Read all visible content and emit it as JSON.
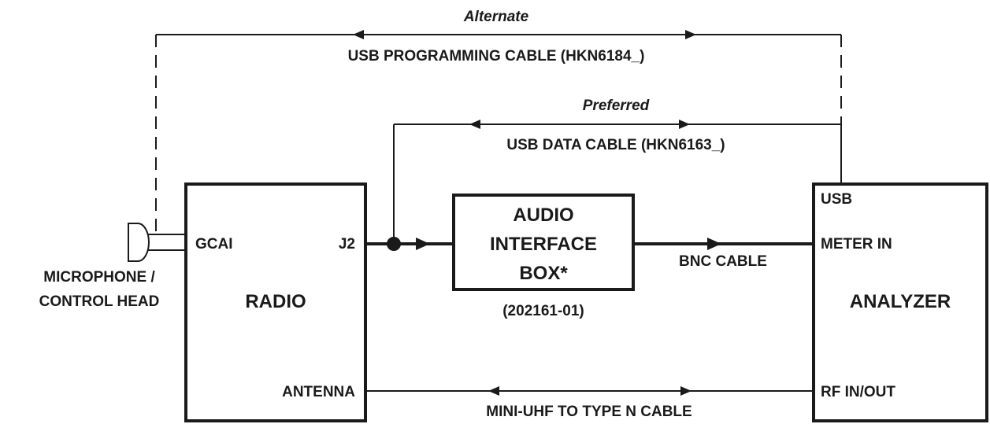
{
  "labels": {
    "alternate": "Alternate",
    "usb_programming_cable": "USB PROGRAMMING CABLE (HKN6184_)",
    "preferred": "Preferred",
    "usb_data_cable": "USB DATA CABLE (HKN6163_)",
    "microphone_line1": "MICROPHONE /",
    "microphone_line2": "CONTROL HEAD",
    "bnc_cable": "BNC CABLE",
    "mini_uhf_cable": "MINI-UHF TO TYPE N CABLE"
  },
  "radio": {
    "title": "RADIO",
    "port_gcai": "GCAI",
    "port_j2": "J2",
    "port_antenna": "ANTENNA"
  },
  "audio_box": {
    "line1": "AUDIO",
    "line2": "INTERFACE",
    "line3": "BOX*",
    "part_number": "(202161-01)"
  },
  "analyzer": {
    "title": "ANALYZER",
    "port_usb": "USB",
    "port_meter_in": "METER IN",
    "port_rf": "RF IN/OUT"
  }
}
